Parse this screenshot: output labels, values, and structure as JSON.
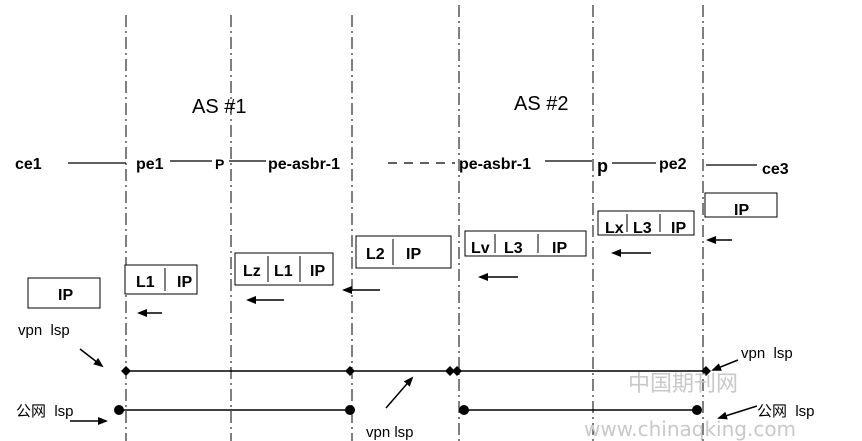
{
  "title_as1": "AS #1",
  "title_as2": "AS #2",
  "nodes": {
    "ce1": "ce1",
    "pe1": "pe1",
    "p1": "P",
    "asbr1": "pe-asbr-1",
    "asbr2": "pe-asbr-1",
    "p2": "p",
    "pe2": "pe2",
    "ce3": "ce3"
  },
  "packets": {
    "ce1": [
      "IP"
    ],
    "pe1": [
      "L1",
      "IP"
    ],
    "p1": [
      "Lz",
      "L1",
      "IP"
    ],
    "asbr1": [
      "L2",
      "IP"
    ],
    "asbr2": [
      "Lv",
      "L3",
      "IP"
    ],
    "p2": [
      "Lx",
      "L3",
      "IP"
    ],
    "pe2": [
      "IP"
    ]
  },
  "labels": {
    "vpn_lsp_left": "vpn  lsp",
    "vpn_lsp_right": "vpn  lsp",
    "vpn_lsp_bottom": "vpn lsp",
    "public_lsp_left": "公网  lsp",
    "public_lsp_right": "公网  lsp"
  },
  "watermark": {
    "line1": "中国期刊网",
    "line2": "www.chinaqking.com",
    "color": "#c8c8c8"
  }
}
